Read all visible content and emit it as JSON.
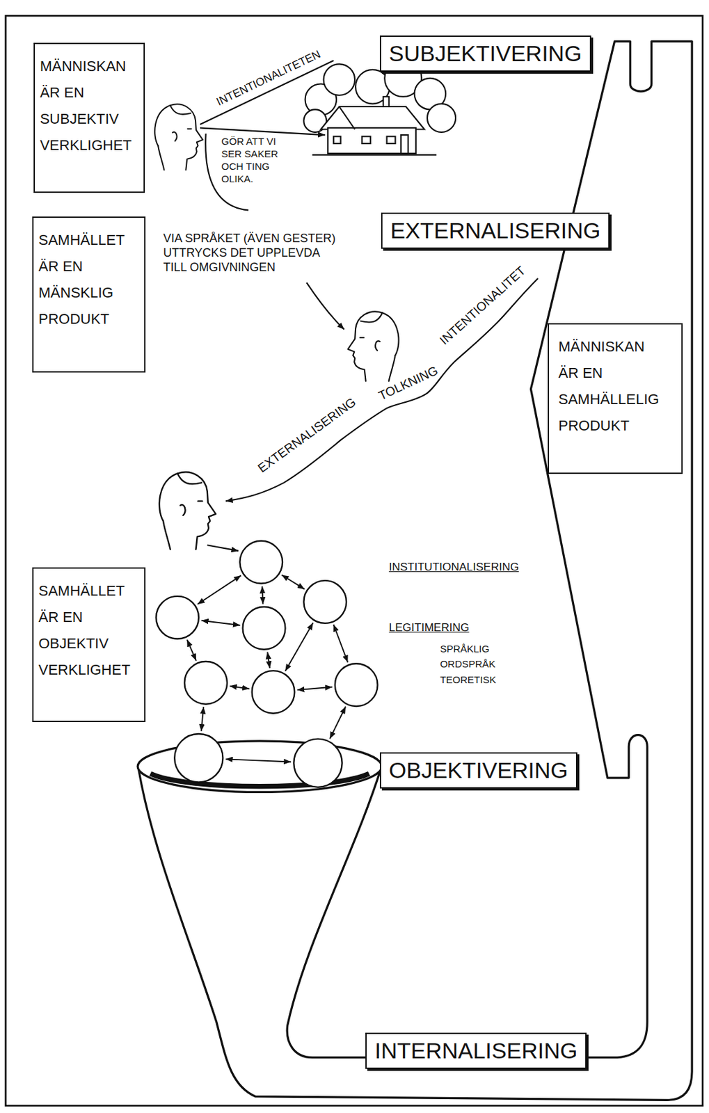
{
  "diagram": {
    "nodes": [
      {
        "text": [
          "MÄNNISKAN ÄR EN SUBJEKTIV VERKLIGHET"
        ]
      },
      {
        "text": [
          "SUBJEKTIVERING"
        ]
      },
      {
        "text": [
          "SAMHÄLLET ÄR EN MÄNSKLIG PRODUKT"
        ]
      },
      {
        "text": [
          "EXTERNALISERING"
        ]
      },
      {
        "text": [
          "MÄNNISKAN ÄR EN SAMHÄLLELIG PRODUKT"
        ]
      },
      {
        "text": [
          "SAMHÄLLET ÄR EN OBJEKTIV VERKLIGHET"
        ]
      },
      {
        "text": [
          "OBJEKTIVERING"
        ]
      },
      {
        "text": [
          "INTERNALISERING"
        ]
      }
    ],
    "labels": [
      "INTENTIONALITETEN",
      "GÖR ATT VI SER SAKER OCH TING OLIKA.",
      "VIA SPRÅKET (ÄVEN GESTER) UTTRYCKS DET UPPLEVDA TILL OMGIVNINGEN",
      "EXTERNALISERING",
      "TOLKNING",
      "INTENTIONALITET",
      "INSTITUTIONALISERING",
      "LEGITIMERING",
      "SPRÅKLIG",
      "ORDSPRÅK",
      "TEORETISK"
    ]
  }
}
